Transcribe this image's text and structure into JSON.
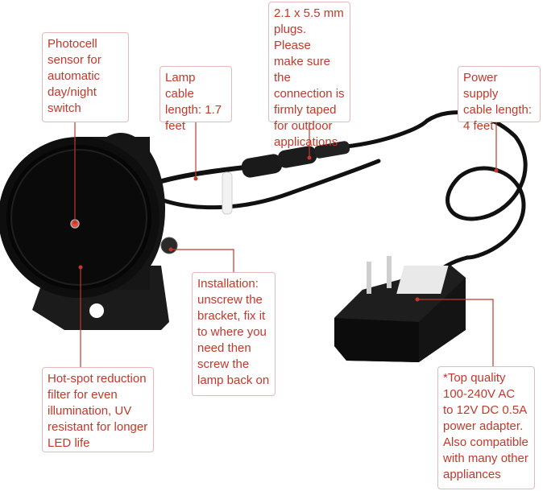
{
  "callouts": {
    "photocell": "Photocell\nsensor for\nautomatic\nday/night\nswitch",
    "lamp_cable": "Lamp cable\nlength: 1.7\nfeet",
    "plugs": "2.1 x 5.5 mm\nplugs. Please\nmake sure the\nconnection is\nfirmly taped\nfor outdoor\napplications",
    "power_cable": "Power supply\ncable length:\n4 feet",
    "installation": "Installation:\nunscrew the\nbracket, fix it\nto where you\nneed then\nscrew the\nlamp back on",
    "filter": "Hot-spot reduction\nfilter for even\nillumination, UV\nresistant for longer\nLED life",
    "adapter": "*Top quality\n100-240V AC\nto 12V DC 0.5A\npower adapter.\nAlso compatible\nwith many other\nappliances"
  },
  "colors": {
    "callout_text": "#c0392b",
    "callout_border": "#e6b8b8",
    "leader_line": "#c0392b",
    "product_black": "#111111"
  }
}
